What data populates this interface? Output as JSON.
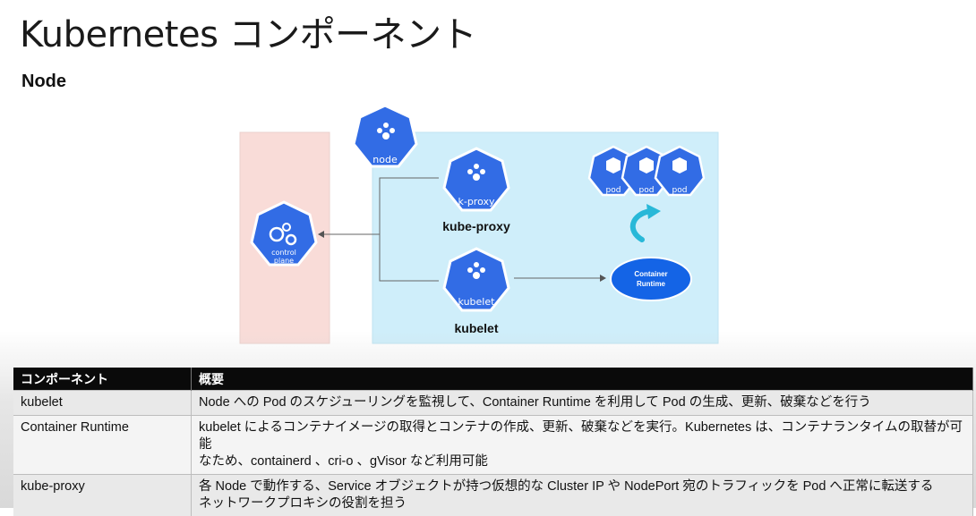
{
  "title": "Kubernetes コンポーネント",
  "section": "Node",
  "diagram": {
    "node_label": "node",
    "control_plane_line1": "control",
    "control_plane_line2": "plane",
    "kproxy_icon_label": "k-proxy",
    "kproxy_caption": "kube-proxy",
    "kubelet_icon_label": "kubelet",
    "kubelet_caption": "kubelet",
    "pod_labels": [
      "pod",
      "pod",
      "pod"
    ],
    "container_runtime_line1": "Container",
    "container_runtime_line2": "Runtime",
    "colors": {
      "k8s_blue": "#326ce5",
      "node_area": "#cfeefa",
      "control_area": "#f9dcd8",
      "runtime_fill": "#1464e6",
      "arrow_cyan": "#28b8d8"
    }
  },
  "table": {
    "headers": [
      "コンポーネント",
      "概要"
    ],
    "rows": [
      {
        "name": "kubelet",
        "desc_lines": [
          "Node への Pod のスケジューリングを監視して、Container Runtime を利用して Pod の生成、更新、破棄などを行う"
        ]
      },
      {
        "name": "Container Runtime",
        "desc_lines": [
          "kubelet によるコンテナイメージの取得とコンテナの作成、更新、破棄などを実行。Kubernetes は、コンテナランタイムの取替が可能",
          "なため、containerd 、cri-o 、gVisor など利用可能"
        ]
      },
      {
        "name": "kube-proxy",
        "desc_lines": [
          "各 Node で動作する、Service オブジェクトが持つ仮想的な Cluster IP や NodePort 宛のトラフィックを Pod へ正常に転送する",
          "ネットワークプロキシの役割を担う"
        ]
      }
    ]
  }
}
